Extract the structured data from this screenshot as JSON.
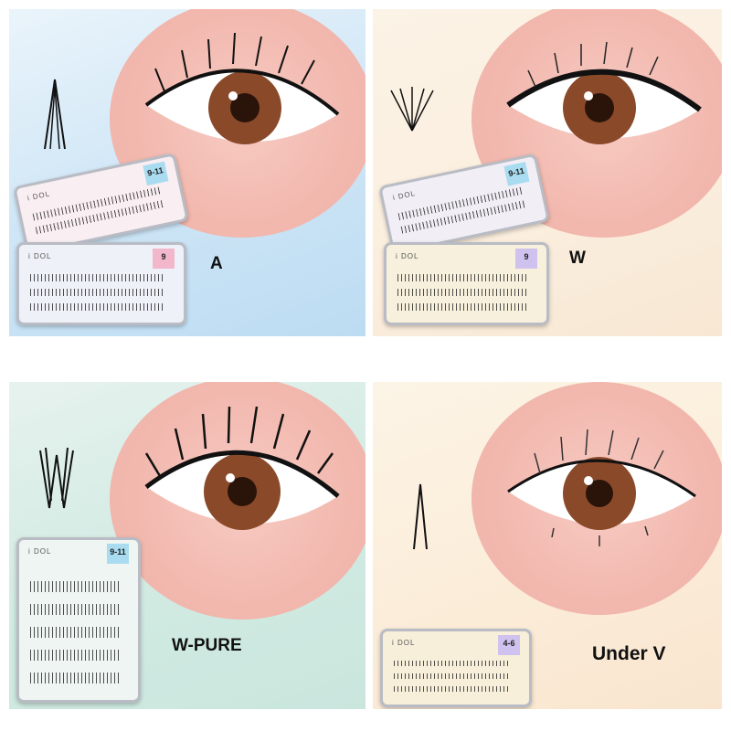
{
  "panels": [
    {
      "label": "A",
      "box_size": "9-11",
      "second_box_size": "9",
      "brand": "i DOL"
    },
    {
      "label": "W",
      "box_size": "9-11",
      "second_box_size": "9",
      "brand": "i DOL"
    },
    {
      "label": "W-PURE",
      "box_size": "9-11",
      "brand": "i DOL"
    },
    {
      "label": "Under V",
      "box_size": "4-6",
      "brand": "i DOL"
    }
  ],
  "colors": {
    "tag_blue": "#a9dcf0",
    "tag_pink": "#f3b7cc",
    "tag_purple": "#cfc2ee",
    "skin": "#f2b8ae",
    "iris": "#8a4a2a"
  }
}
